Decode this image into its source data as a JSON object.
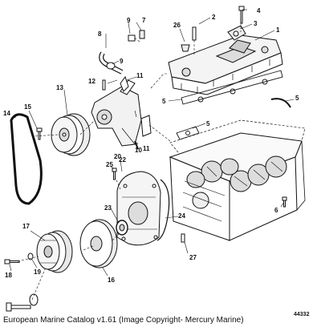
{
  "diagram": {
    "figure_number": "44332",
    "callouts": {
      "c1": "1",
      "c2": "2",
      "c3": "3",
      "c4": "4",
      "c5a": "5",
      "c5b": "5",
      "c5c": "5",
      "c6": "6",
      "c7": "7",
      "c8": "8",
      "c9a": "9",
      "c9b": "9",
      "c10": "10",
      "c11a": "11",
      "c11b": "11",
      "c12": "12",
      "c13": "13",
      "c14": "14",
      "c15": "15",
      "c16": "16",
      "c17": "17",
      "c18": "18",
      "c19": "19",
      "c20": "20",
      "c22": "22",
      "c23": "23",
      "c24": "24",
      "c25": "25",
      "c26": "26",
      "c27": "27"
    }
  },
  "caption": "European Marine Catalog v1.61 (Image Copyright- Mercury Marine)"
}
